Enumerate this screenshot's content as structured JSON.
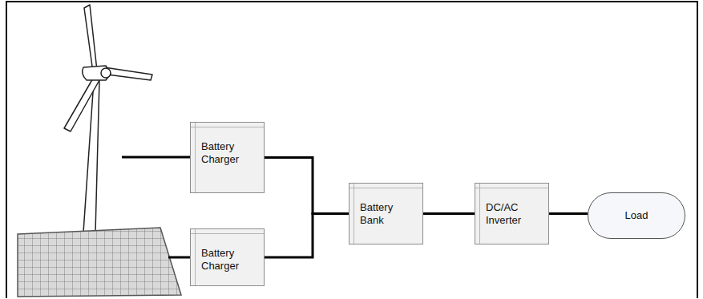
{
  "diagram": {
    "nodes": [
      {
        "text": [
          "Battery Charger"
        ]
      },
      {
        "text": [
          "Battery Charger"
        ]
      },
      {
        "text": [
          "Battery Bank"
        ]
      },
      {
        "text": [
          "DC/AC Inverter"
        ]
      },
      {
        "text": [
          "Load"
        ]
      }
    ],
    "edges": [
      {
        "from": 0,
        "to": 2,
        "arrow": "none"
      },
      {
        "from": 1,
        "to": 2,
        "arrow": "none"
      },
      {
        "from": 2,
        "to": 3,
        "arrow": "none"
      },
      {
        "from": 3,
        "to": 4,
        "arrow": "none"
      }
    ]
  }
}
